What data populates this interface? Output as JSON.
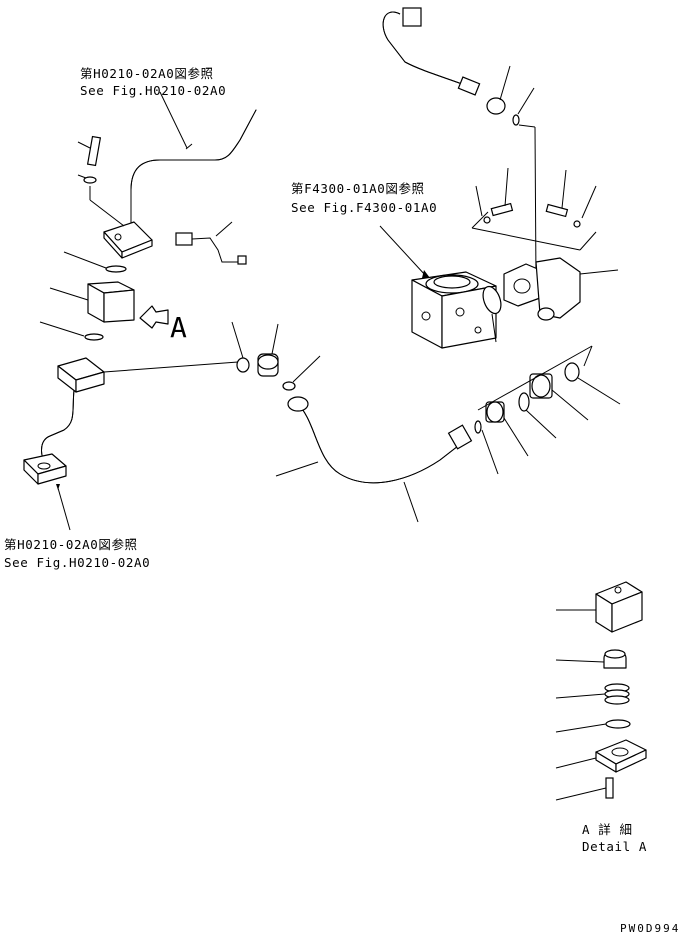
{
  "references": {
    "hose_top": {
      "jp": "第H0210-02A0図参照",
      "en": "See Fig.H0210-02A0"
    },
    "valve": {
      "jp": "第F4300-01A0図参照",
      "en": "See Fig.F4300-01A0"
    },
    "hose_bottom": {
      "jp": "第H0210-02A0図参照",
      "en": "See Fig.H0210-02A0"
    }
  },
  "view_marker": "A",
  "detail": {
    "jp": "A 詳 細",
    "en": "Detail A"
  },
  "drawing_code": "PW0D994"
}
